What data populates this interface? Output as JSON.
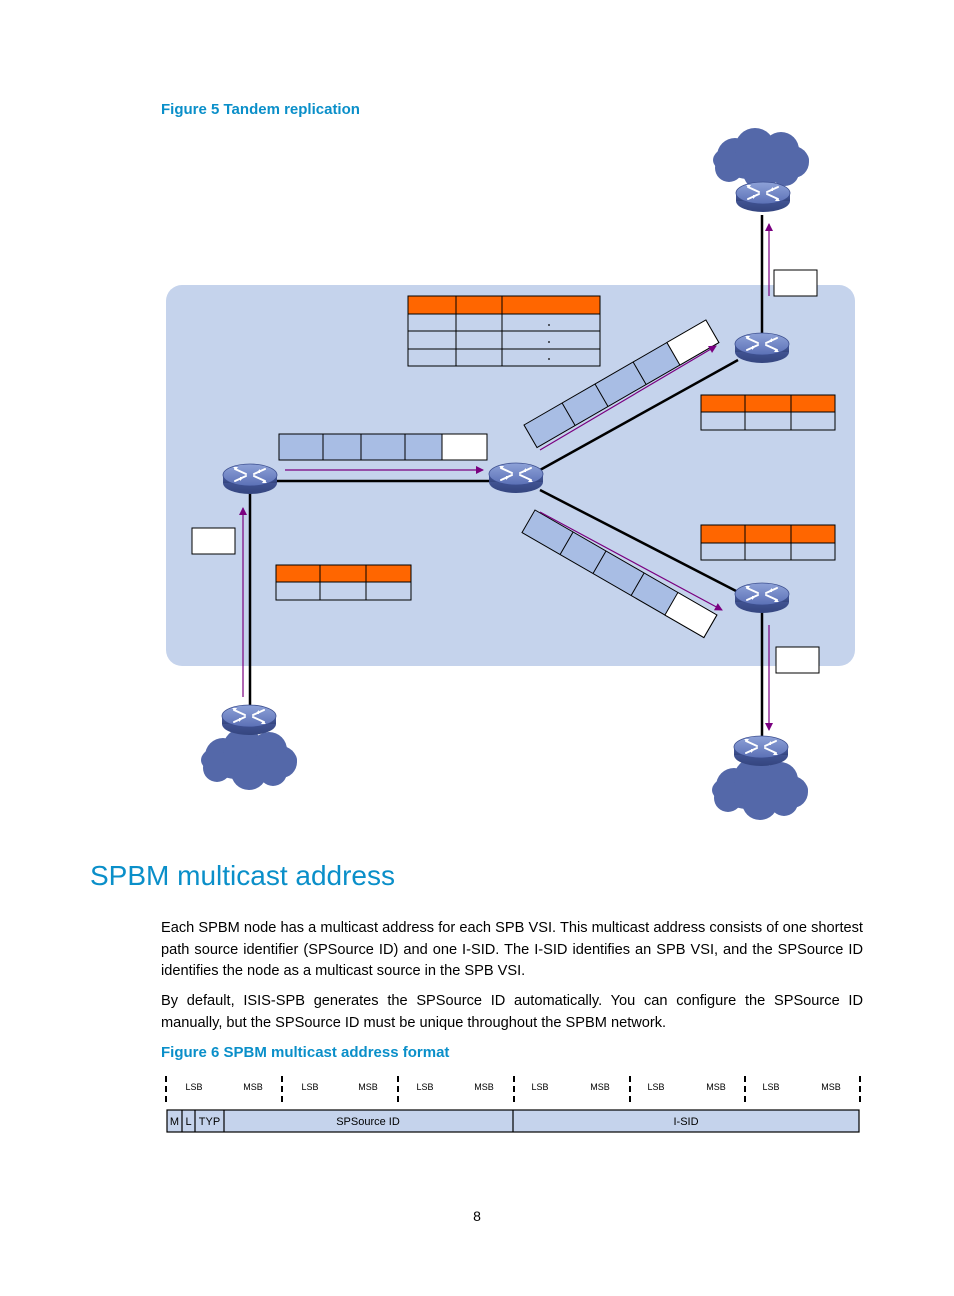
{
  "figure5": {
    "caption": "Figure 5 Tandem replication"
  },
  "section": {
    "title": "SPBM multicast address"
  },
  "paragraphs": [
    "Each SPBM node has a multicast address for each SPB VSI. This multicast address consists of one shortest path source identifier (SPSource ID) and one I-SID. The I-SID identifies an SPB VSI, and the SPSource ID identifies the node as a multicast source in the SPB VSI.",
    "By default, ISIS-SPB generates the SPSource ID automatically. You can configure the SPSource ID manually, but the SPSource ID must be unique throughout the SPBM network."
  ],
  "figure6": {
    "caption": "Figure 6 SPBM multicast address format",
    "byte_labels": [
      "LSB",
      "MSB",
      "LSB",
      "MSB",
      "LSB",
      "MSB",
      "LSB",
      "MSB",
      "LSB",
      "MSB",
      "LSB",
      "MSB"
    ],
    "fields": [
      "M",
      "L",
      "TYP",
      "SPSource ID",
      "I-SID"
    ]
  },
  "page_number": "8",
  "colors": {
    "accent": "#0a8fc9",
    "network_bg": "#c5d3ec",
    "table_header": "#ff6600",
    "frame_cell": "#a8bde4",
    "cloud": "#5468a9",
    "arrow": "#7a0080"
  }
}
